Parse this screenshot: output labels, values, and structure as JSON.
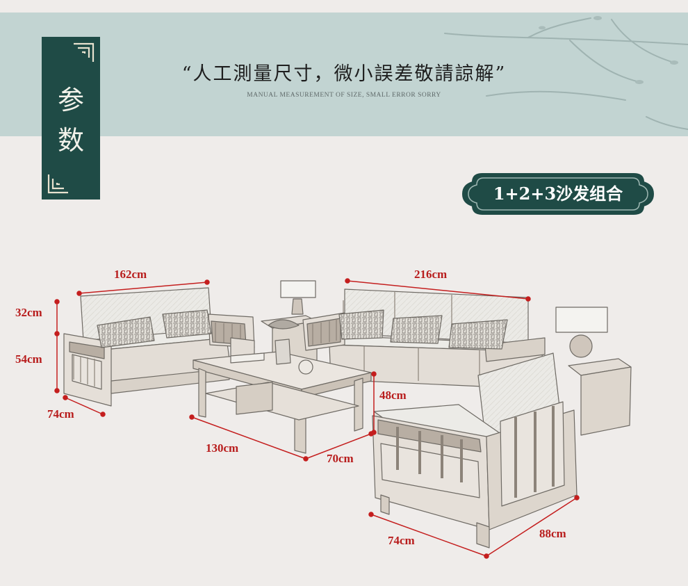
{
  "header": {
    "quote": "“人工測量尺寸，微小誤差敬請諒解”",
    "subtitle": "MANUAL MEASUREMENT OF SIZE, SMALL ERROR SORRY"
  },
  "section_tag": {
    "label_1": "参",
    "label_2": "数"
  },
  "badge": {
    "label": "1+2+3沙发组合"
  },
  "dimensions": {
    "loveseat_width": "162cm",
    "back_height": "32cm",
    "seat_height": "54cm",
    "loveseat_depth": "74cm",
    "sofa_width": "216cm",
    "table_height": "48cm",
    "table_length": "130cm",
    "table_depth": "70cm",
    "chair_width": "74cm",
    "chair_depth": "88cm"
  },
  "colors": {
    "banner": "#c2d4d2",
    "tag": "#1f4b46",
    "dimension": "#b81d1d",
    "background": "#efecea"
  }
}
